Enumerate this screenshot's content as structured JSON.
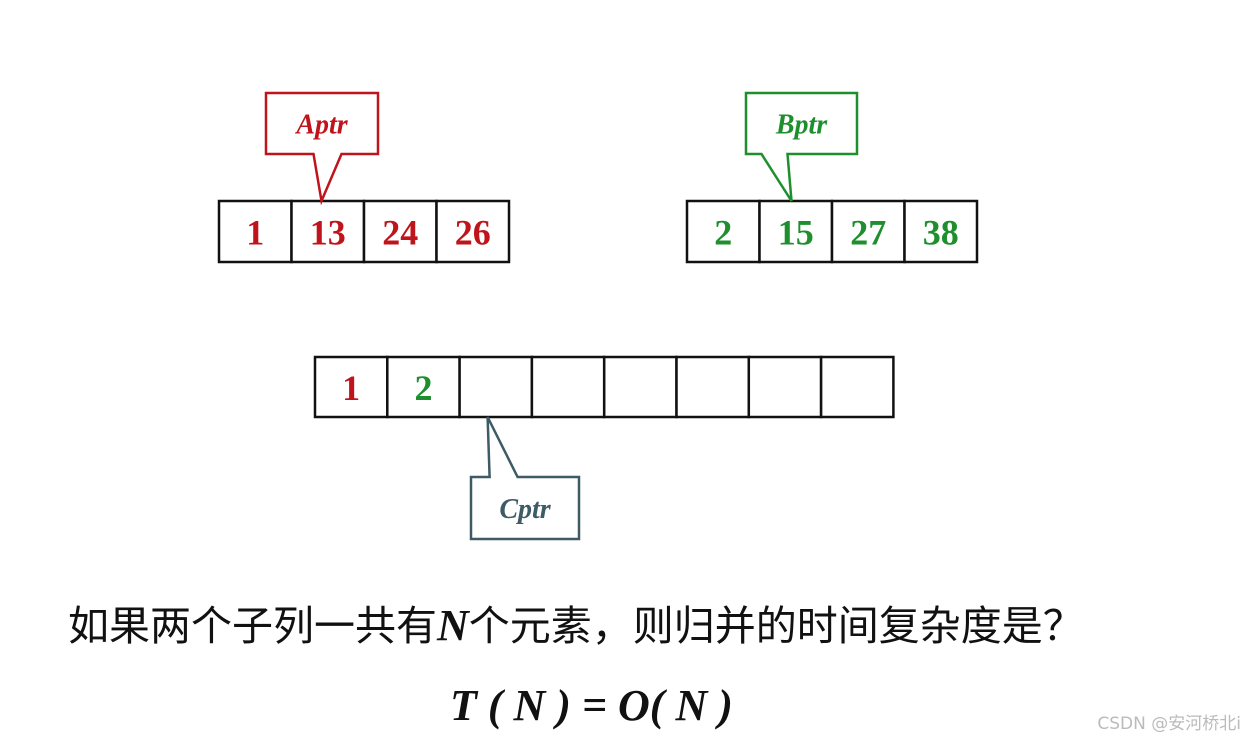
{
  "colors": {
    "red": "#c0141c",
    "green": "#1f8f2e",
    "blue_gray": "#3d5a66",
    "box_border": "#111111"
  },
  "array_a": {
    "pointer_label": "Aptr",
    "cells": [
      "1",
      "13",
      "24",
      "26"
    ],
    "pointer_index": 1
  },
  "array_b": {
    "pointer_label": "Bptr",
    "cells": [
      "2",
      "15",
      "27",
      "38"
    ],
    "pointer_index": 1
  },
  "array_c": {
    "pointer_label": "Cptr",
    "cells": [
      {
        "text": "1",
        "color": "red"
      },
      {
        "text": "2",
        "color": "green"
      },
      {
        "text": "",
        "color": "none"
      },
      {
        "text": "",
        "color": "none"
      },
      {
        "text": "",
        "color": "none"
      },
      {
        "text": "",
        "color": "none"
      },
      {
        "text": "",
        "color": "none"
      },
      {
        "text": "",
        "color": "none"
      }
    ],
    "pointer_index": 2
  },
  "question": {
    "before": "如果两个子列一共有",
    "var": "N",
    "after": "个元素，则归并的时间复杂度是？"
  },
  "formula": {
    "text": "T ( N ) = O( N )"
  },
  "watermark": "CSDN @安河桥北i"
}
